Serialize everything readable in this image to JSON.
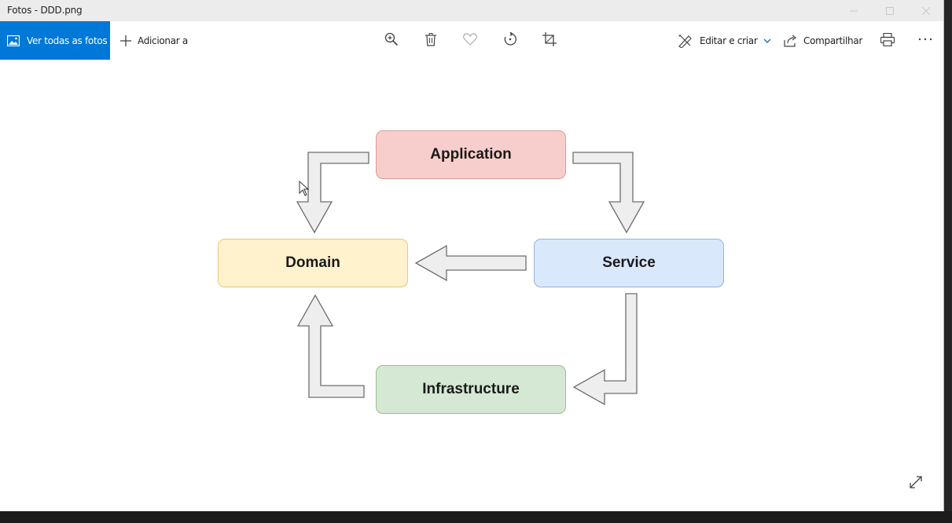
{
  "window": {
    "title": "Fotos - DDD.png"
  },
  "toolbar": {
    "see_all_label": "Ver todas as fotos",
    "add_label": "Adicionar a",
    "edit_label": "Editar e criar",
    "share_label": "Compartilhar",
    "icons": [
      "zoom-icon",
      "trash-icon",
      "heart-icon",
      "rotate-icon",
      "crop-icon",
      "print-icon",
      "more-icon"
    ]
  },
  "diagram": {
    "nodes": {
      "application": "Application",
      "domain": "Domain",
      "service": "Service",
      "infrastructure": "Infrastructure"
    },
    "edges": [
      {
        "from": "Application",
        "to": "Domain"
      },
      {
        "from": "Application",
        "to": "Service"
      },
      {
        "from": "Service",
        "to": "Domain"
      },
      {
        "from": "Service",
        "to": "Infrastructure"
      },
      {
        "from": "Infrastructure",
        "to": "Domain"
      }
    ]
  },
  "colors": {
    "accent": "#0078d7",
    "application_fill": "#f8cecc",
    "domain_fill": "#fff2cc",
    "service_fill": "#dae8fc",
    "infrastructure_fill": "#d5e8d4",
    "arrow_fill": "#eeeeee"
  }
}
